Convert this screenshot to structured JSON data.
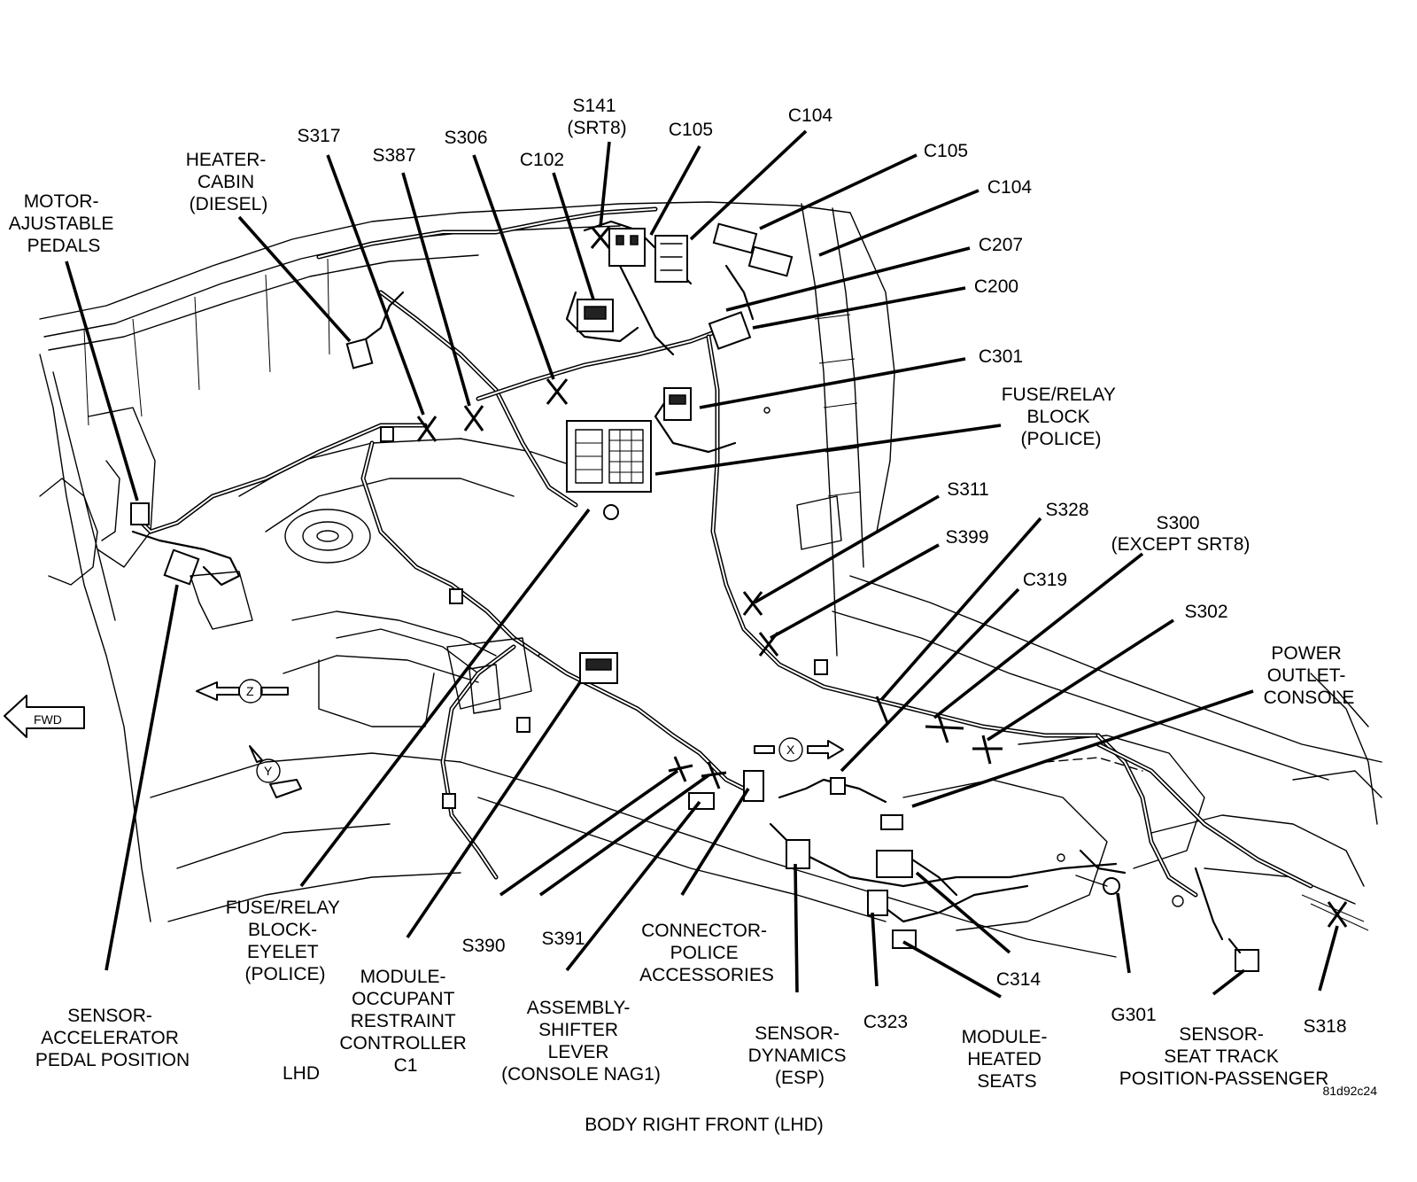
{
  "labels": {
    "motor_adjustable_pedals": [
      "MOTOR-",
      "AJUSTABLE",
      "PEDALS"
    ],
    "heater_cabin": [
      "HEATER-",
      "CABIN",
      "(DIESEL)"
    ],
    "s317": "S317",
    "s387": "S387",
    "s306": "S306",
    "s141": [
      "S141",
      "(SRT8)"
    ],
    "c102": "C102",
    "c105_a": "C105",
    "c104_a": "C104",
    "c105_b": "C105",
    "c104_b": "C104",
    "c207": "C207",
    "c200": "C200",
    "c301": "C301",
    "fuse_relay_block_police": [
      "FUSE/RELAY",
      "BLOCK",
      "(POLICE)"
    ],
    "s311": "S311",
    "s328": "S328",
    "s399": "S399",
    "s300": [
      "S300",
      "(EXCEPT SRT8)"
    ],
    "c319": "C319",
    "s302": "S302",
    "power_outlet_console": [
      "POWER",
      "OUTLET-",
      "CONSOLE"
    ],
    "fuse_relay_block_eyelet": [
      "FUSE/RELAY",
      "BLOCK-",
      "EYELET",
      "(POLICE)"
    ],
    "module_occupant_restraint": [
      "MODULE-",
      "OCCUPANT",
      "RESTRAINT",
      "CONTROLLER",
      "C1"
    ],
    "s390": "S390",
    "s391": "S391",
    "assembly_shifter_lever": [
      "ASSEMBLY-",
      "SHIFTER",
      "LEVER",
      "(CONSOLE NAG1)"
    ],
    "connector_police_accessories": [
      "CONNECTOR-",
      "POLICE",
      "ACCESSORIES"
    ],
    "sensor_dynamics": [
      "SENSOR-",
      "DYNAMICS",
      "(ESP)"
    ],
    "c323": "C323",
    "c314": "C314",
    "module_heated_seats": [
      "MODULE-",
      "HEATED",
      "SEATS"
    ],
    "g301": "G301",
    "sensor_seat_track": [
      "SENSOR-",
      "SEAT TRACK",
      "POSITION-PASSENGER"
    ],
    "s318": "S318",
    "sensor_accelerator": [
      "SENSOR-",
      "ACCELERATOR",
      "PEDAL POSITION"
    ],
    "lhd": "LHD",
    "figure_id": "81d92c24",
    "caption": "BODY RIGHT FRONT (LHD)"
  },
  "orientation": {
    "fwd": "FWD",
    "axis_x": "X",
    "axis_y": "Y",
    "axis_z": "Z"
  }
}
